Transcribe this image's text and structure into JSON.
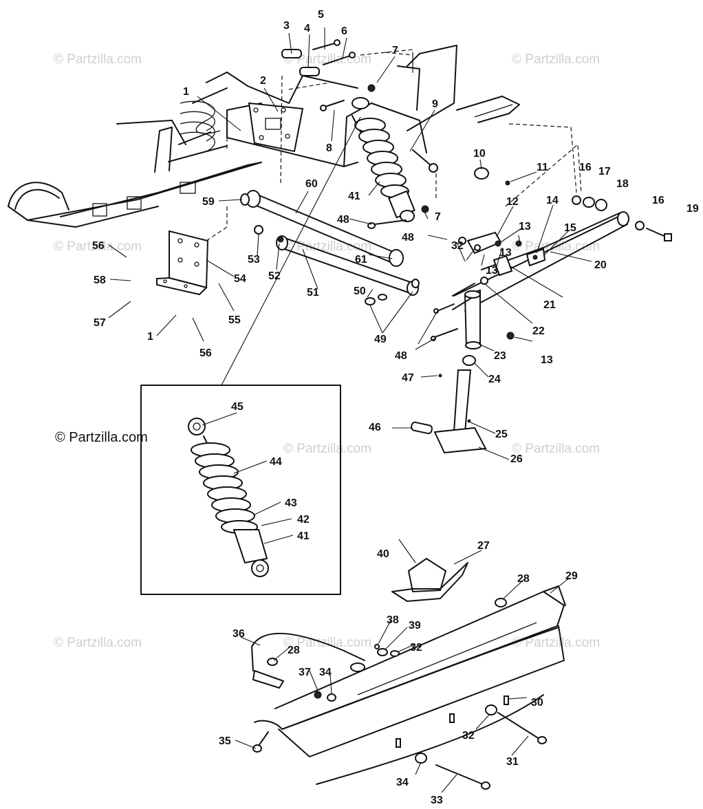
{
  "watermark": "© Partzilla.com",
  "credit": "© Partzilla.com",
  "callouts": [
    "1",
    "2",
    "3",
    "4",
    "5",
    "6",
    "7",
    "7",
    "8",
    "9",
    "10",
    "11",
    "12",
    "13",
    "13",
    "13",
    "13",
    "14",
    "15",
    "16",
    "16",
    "17",
    "18",
    "19",
    "20",
    "21",
    "22",
    "23",
    "24",
    "25",
    "26",
    "27",
    "28",
    "28",
    "29",
    "30",
    "31",
    "32",
    "32",
    "32",
    "33",
    "34",
    "34",
    "35",
    "36",
    "37",
    "38",
    "39",
    "40",
    "41",
    "41",
    "42",
    "43",
    "44",
    "45",
    "46",
    "47",
    "48",
    "48",
    "48",
    "49",
    "50",
    "51",
    "52",
    "53",
    "54",
    "55",
    "56",
    "56",
    "57",
    "58",
    "59",
    "60",
    "61",
    "1"
  ]
}
